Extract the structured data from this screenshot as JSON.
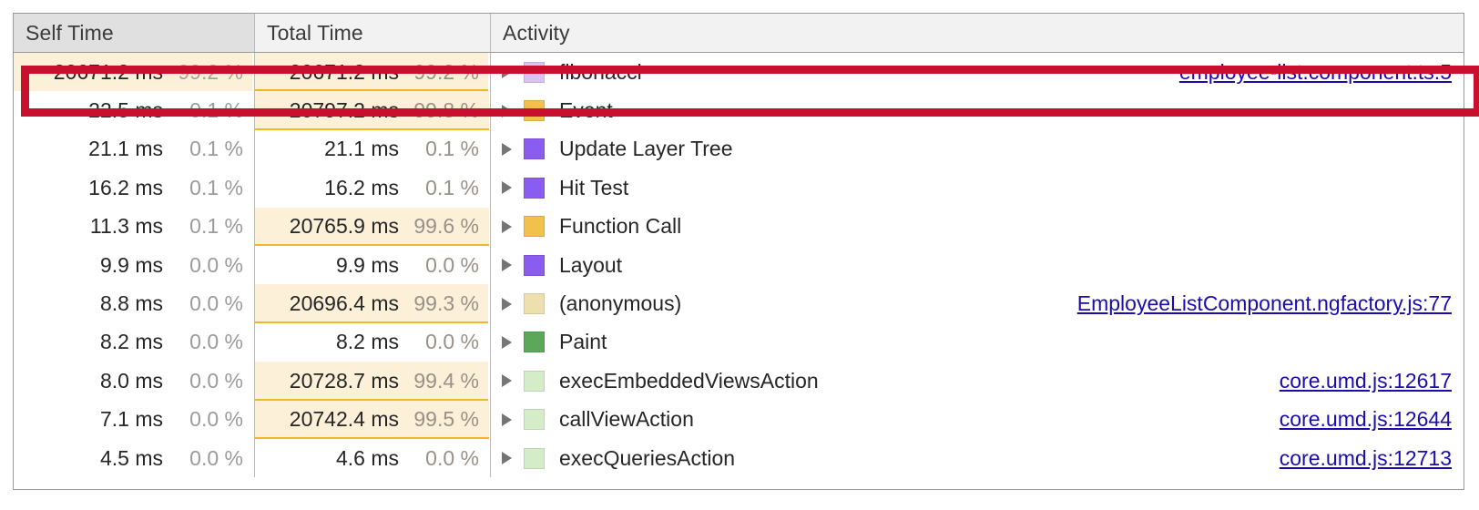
{
  "table": {
    "columns": [
      {
        "key": "self_time",
        "label": "Self Time",
        "sorted": true
      },
      {
        "key": "total_time",
        "label": "Total Time",
        "sorted": false
      },
      {
        "key": "activity",
        "label": "Activity",
        "sorted": false
      }
    ],
    "rows": [
      {
        "self_ms": "20671.2 ms",
        "self_pct": "99.2 %",
        "self_fill": 99.2,
        "self_shaded": true,
        "total_ms": "20671.2 ms",
        "total_pct": "99.2 %",
        "total_fill": 99.2,
        "total_shaded": true,
        "activity": "fibonacci",
        "swatch": "#d7c4f2",
        "swatch_name": "scripting-light-purple",
        "link": "employee-list.component.ts:5",
        "highlighted": true
      },
      {
        "self_ms": "22.5 ms",
        "self_pct": "0.1 %",
        "self_fill": 0.1,
        "self_shaded": false,
        "total_ms": "20797.2 ms",
        "total_pct": "99.8 %",
        "total_fill": 99.8,
        "total_shaded": true,
        "activity": "Event",
        "swatch": "#f2c14b",
        "swatch_name": "scripting-yellow",
        "link": "",
        "highlighted": false
      },
      {
        "self_ms": "21.1 ms",
        "self_pct": "0.1 %",
        "self_fill": 0.1,
        "self_shaded": false,
        "total_ms": "21.1 ms",
        "total_pct": "0.1 %",
        "total_fill": 0.1,
        "total_shaded": false,
        "activity": "Update Layer Tree",
        "swatch": "#8b5cf0",
        "swatch_name": "rendering-purple",
        "link": "",
        "highlighted": false
      },
      {
        "self_ms": "16.2 ms",
        "self_pct": "0.1 %",
        "self_fill": 0.1,
        "self_shaded": false,
        "total_ms": "16.2 ms",
        "total_pct": "0.1 %",
        "total_fill": 0.1,
        "total_shaded": false,
        "activity": "Hit Test",
        "swatch": "#8b5cf0",
        "swatch_name": "rendering-purple",
        "link": "",
        "highlighted": false
      },
      {
        "self_ms": "11.3 ms",
        "self_pct": "0.1 %",
        "self_fill": 0.1,
        "self_shaded": false,
        "total_ms": "20765.9 ms",
        "total_pct": "99.6 %",
        "total_fill": 99.6,
        "total_shaded": true,
        "activity": "Function Call",
        "swatch": "#f2c14b",
        "swatch_name": "scripting-yellow",
        "link": "",
        "highlighted": false
      },
      {
        "self_ms": "9.9 ms",
        "self_pct": "0.0 %",
        "self_fill": 0.0,
        "self_shaded": false,
        "total_ms": "9.9 ms",
        "total_pct": "0.0 %",
        "total_fill": 0.0,
        "total_shaded": false,
        "activity": "Layout",
        "swatch": "#8b5cf0",
        "swatch_name": "rendering-purple",
        "link": "",
        "highlighted": false
      },
      {
        "self_ms": "8.8 ms",
        "self_pct": "0.0 %",
        "self_fill": 0.0,
        "self_shaded": false,
        "total_ms": "20696.4 ms",
        "total_pct": "99.3 %",
        "total_fill": 99.3,
        "total_shaded": true,
        "activity": "(anonymous)",
        "swatch": "#eedfae",
        "swatch_name": "scripting-pale-yellow",
        "link": "EmployeeListComponent.ngfactory.js:77",
        "highlighted": false
      },
      {
        "self_ms": "8.2 ms",
        "self_pct": "0.0 %",
        "self_fill": 0.0,
        "self_shaded": false,
        "total_ms": "8.2 ms",
        "total_pct": "0.0 %",
        "total_fill": 0.0,
        "total_shaded": false,
        "activity": "Paint",
        "swatch": "#5ba85a",
        "swatch_name": "painting-green",
        "link": "",
        "highlighted": false
      },
      {
        "self_ms": "8.0 ms",
        "self_pct": "0.0 %",
        "self_fill": 0.0,
        "self_shaded": false,
        "total_ms": "20728.7 ms",
        "total_pct": "99.4 %",
        "total_fill": 99.4,
        "total_shaded": true,
        "activity": "execEmbeddedViewsAction",
        "swatch": "#d4ecc8",
        "swatch_name": "scripting-pale-green",
        "link": "core.umd.js:12617",
        "highlighted": false
      },
      {
        "self_ms": "7.1 ms",
        "self_pct": "0.0 %",
        "self_fill": 0.0,
        "self_shaded": false,
        "total_ms": "20742.4 ms",
        "total_pct": "99.5 %",
        "total_fill": 99.5,
        "total_shaded": true,
        "activity": "callViewAction",
        "swatch": "#d4ecc8",
        "swatch_name": "scripting-pale-green",
        "link": "core.umd.js:12644",
        "highlighted": false
      },
      {
        "self_ms": "4.5 ms",
        "self_pct": "0.0 %",
        "self_fill": 0.0,
        "self_shaded": false,
        "total_ms": "4.6 ms",
        "total_pct": "0.0 %",
        "total_fill": 0.0,
        "total_shaded": false,
        "activity": "execQueriesAction",
        "swatch": "#d4ecc8",
        "swatch_name": "scripting-pale-green",
        "link": "core.umd.js:12713",
        "highlighted": false
      }
    ]
  },
  "annotation": {
    "highlight_color": "#c8102e",
    "highlight_row_activity": "fibonacci"
  },
  "colors": {
    "link": "#1a0dab",
    "bar_fill": "#fcf0d9",
    "bar_edge": "#f0b728",
    "header_bg": "#f2f2f2",
    "header_sorted_bg": "#e0e0e0",
    "border": "#9a9a9a",
    "text": "#262626",
    "percent_text": "#999187"
  }
}
